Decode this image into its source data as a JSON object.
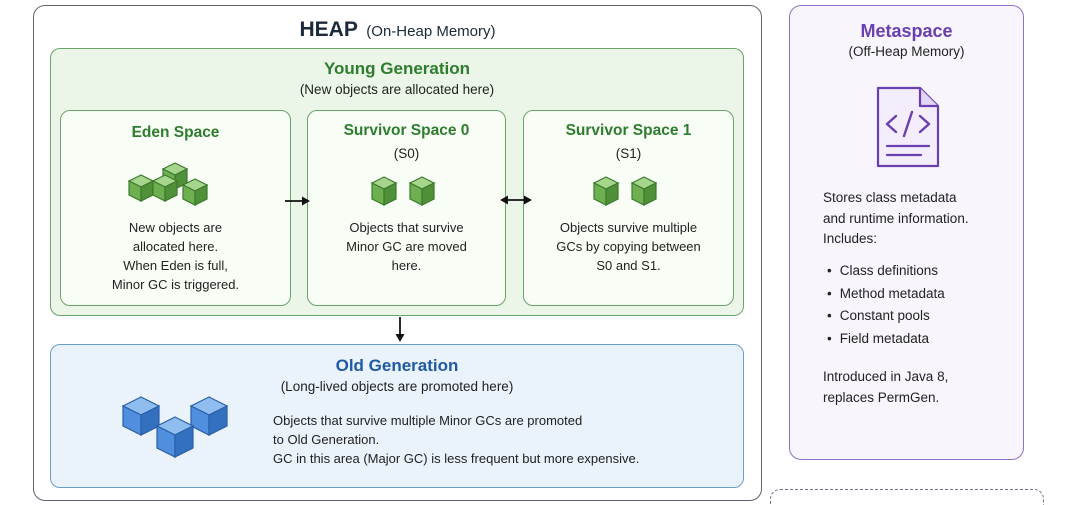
{
  "heap": {
    "title": "HEAP",
    "subtitle": "(On-Heap Memory)"
  },
  "young_generation": {
    "title": "Young Generation",
    "subtitle": "(New objects are allocated here)",
    "eden": {
      "title": "Eden Space",
      "description": [
        "New objects are",
        "allocated here.",
        "When Eden is full,",
        "Minor GC is triggered."
      ]
    },
    "survivor0": {
      "title": "Survivor Space 0",
      "abbr": "(S0)",
      "description": [
        "Objects that survive",
        "Minor GC are moved",
        "here."
      ]
    },
    "survivor1": {
      "title": "Survivor Space 1",
      "abbr": "(S1)",
      "description": [
        "Objects survive multiple",
        "GCs by copying between",
        "S0 and S1."
      ]
    }
  },
  "old_generation": {
    "title": "Old Generation",
    "subtitle": "(Long-lived objects are promoted here)",
    "description": [
      "Objects that survive multiple Minor GCs are promoted",
      "to Old Generation.",
      "GC in this area (Major GC) is less frequent but more expensive."
    ]
  },
  "metaspace": {
    "title": "Metaspace",
    "subtitle": "(Off-Heap Memory)",
    "description": [
      "Stores class metadata",
      "and runtime information.",
      "Includes:"
    ],
    "items": [
      "Class definitions",
      "Method metadata",
      "Constant pools",
      "Field metadata"
    ],
    "note": [
      "Introduced in Java 8,",
      "replaces PermGen."
    ]
  },
  "icons": {
    "green_cube": "green-cube-icon",
    "blue_cube": "blue-cube-icon",
    "code_file": "code-document-icon",
    "arrow": "arrow-icon"
  },
  "colors": {
    "young_fill": "#ecf6e8",
    "young_border": "#6aa56a",
    "young_text": "#2e7d2e",
    "old_fill": "#eaf2fb",
    "old_border": "#6f9ccf",
    "old_text": "#1f5aa6",
    "meta_fill": "#f8f5fd",
    "meta_border": "#8f73c2",
    "meta_text": "#6a3fb0"
  }
}
